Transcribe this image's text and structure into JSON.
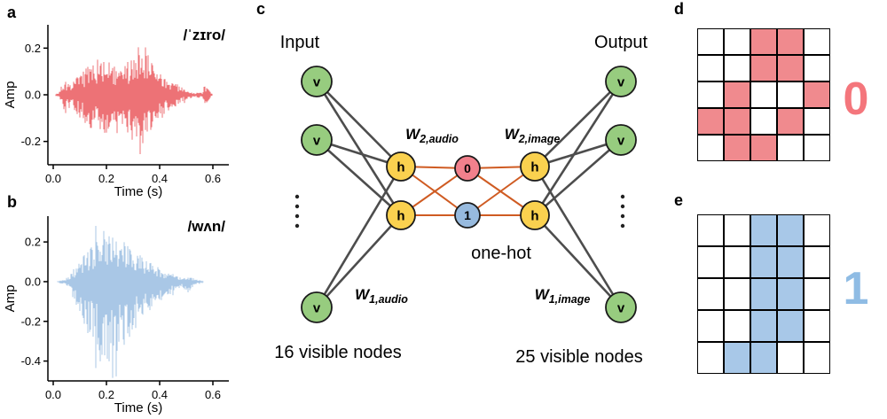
{
  "colors": {
    "waveform_red": "#ed7276",
    "waveform_blue": "#a9c7e6",
    "node_green": "#97cc7f",
    "node_yellow": "#fad14f",
    "onehot_red": "#f2808c",
    "onehot_blue": "#97bade",
    "edge_gray": "#4d4d4d",
    "edge_orange": "#cf5b22",
    "w2_color": "#c55a11",
    "w1_color": "#595959",
    "digit0_color": "#f4767c",
    "digit1_color": "#8fbce4",
    "cell_red": "#f08a8e",
    "cell_blue": "#a8c8e8"
  },
  "panels": {
    "a": {
      "label": "a"
    },
    "b": {
      "label": "b"
    },
    "c": {
      "label": "c",
      "input_label": "Input",
      "output_label": "Output",
      "one_hot_label": "one-hot",
      "left_count": "16 visible nodes",
      "right_count": "25 visible nodes",
      "node_labels": {
        "visible": "v",
        "hidden": "h",
        "onehot0": "0",
        "onehot1": "1"
      },
      "weights": {
        "w2_audio": {
          "base": "W",
          "sub": "2,audio"
        },
        "w2_image": {
          "base": "W",
          "sub": "2,image"
        },
        "w1_audio": {
          "base": "W",
          "sub": "1,audio"
        },
        "w1_image": {
          "base": "W",
          "sub": "1,image"
        }
      }
    },
    "d": {
      "label": "d",
      "digit": "0",
      "grid": [
        [
          0,
          0,
          1,
          1,
          0
        ],
        [
          0,
          0,
          1,
          1,
          0
        ],
        [
          0,
          1,
          0,
          0,
          1
        ],
        [
          1,
          1,
          0,
          1,
          0
        ],
        [
          0,
          1,
          1,
          0,
          0
        ]
      ]
    },
    "e": {
      "label": "e",
      "digit": "1",
      "grid": [
        [
          0,
          0,
          1,
          1,
          0
        ],
        [
          0,
          0,
          1,
          1,
          0
        ],
        [
          0,
          0,
          1,
          1,
          0
        ],
        [
          0,
          0,
          1,
          1,
          0
        ],
        [
          0,
          1,
          1,
          0,
          0
        ]
      ]
    }
  },
  "chart_data": [
    {
      "id": "a",
      "type": "line",
      "annotation": "/ˈzɪro/",
      "xlabel": "Time (s)",
      "ylabel": "Amp",
      "xlim": [
        -0.02,
        0.66
      ],
      "ylim": [
        -0.3,
        0.3
      ],
      "xticks": [
        0.0,
        0.2,
        0.4,
        0.6
      ],
      "yticks": [
        0.2,
        0.0,
        -0.2
      ],
      "color": "#ed7276",
      "asym": 1.1,
      "seed": 7,
      "envelope": [
        [
          0,
          0
        ],
        [
          0.02,
          0.01
        ],
        [
          0.04,
          0.06
        ],
        [
          0.07,
          0.05
        ],
        [
          0.1,
          0.09
        ],
        [
          0.13,
          0.12
        ],
        [
          0.16,
          0.15
        ],
        [
          0.19,
          0.16
        ],
        [
          0.22,
          0.13
        ],
        [
          0.25,
          0.11
        ],
        [
          0.28,
          0.15
        ],
        [
          0.31,
          0.2
        ],
        [
          0.33,
          0.24
        ],
        [
          0.35,
          0.21
        ],
        [
          0.38,
          0.12
        ],
        [
          0.42,
          0.07
        ],
        [
          0.46,
          0.05
        ],
        [
          0.5,
          0.02
        ],
        [
          0.53,
          0.01
        ],
        [
          0.56,
          0.01
        ],
        [
          0.57,
          0.05
        ],
        [
          0.585,
          0.02
        ],
        [
          0.6,
          0
        ]
      ]
    },
    {
      "id": "b",
      "type": "line",
      "annotation": "/wʌn/",
      "xlabel": "Time (s)",
      "ylabel": "Amp",
      "xlim": [
        -0.02,
        0.66
      ],
      "ylim": [
        -0.5,
        0.33
      ],
      "xticks": [
        0.0,
        0.2,
        0.4,
        0.6
      ],
      "yticks": [
        0.2,
        0.0,
        -0.2,
        -0.4
      ],
      "color": "#a9c7e6",
      "asym": 1.6,
      "seed": 13,
      "envelope": [
        [
          0,
          0
        ],
        [
          0.04,
          0.01
        ],
        [
          0.06,
          0.03
        ],
        [
          0.09,
          0.08
        ],
        [
          0.12,
          0.15
        ],
        [
          0.15,
          0.2
        ],
        [
          0.18,
          0.26
        ],
        [
          0.21,
          0.27
        ],
        [
          0.24,
          0.24
        ],
        [
          0.27,
          0.2
        ],
        [
          0.3,
          0.16
        ],
        [
          0.33,
          0.13
        ],
        [
          0.36,
          0.1
        ],
        [
          0.4,
          0.07
        ],
        [
          0.44,
          0.04
        ],
        [
          0.48,
          0.02
        ],
        [
          0.51,
          0.03
        ],
        [
          0.54,
          0.01
        ],
        [
          0.58,
          0
        ]
      ]
    }
  ]
}
